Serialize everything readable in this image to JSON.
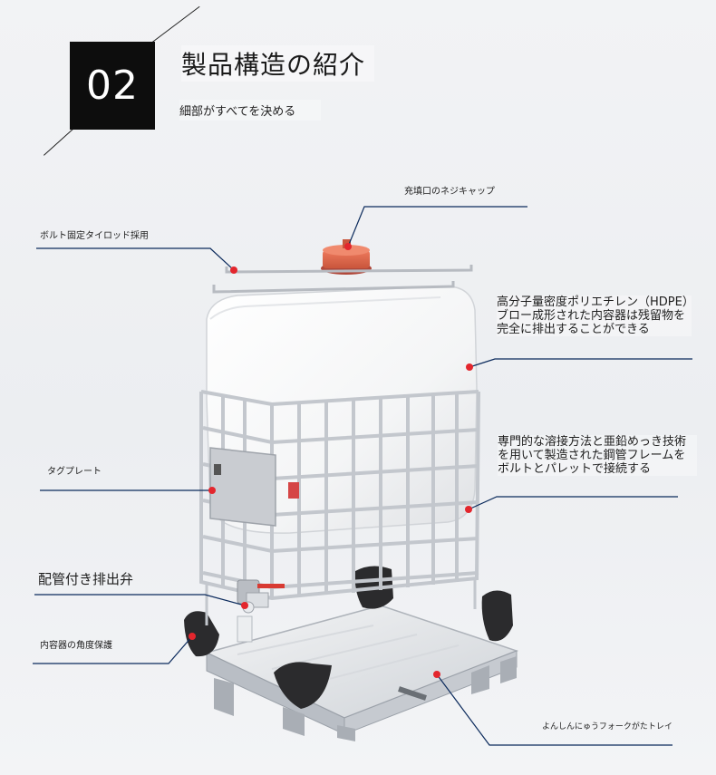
{
  "header": {
    "number": "02",
    "title": "製品構造の紹介",
    "subtitle": "細部がすべてを決める"
  },
  "callouts": {
    "filler_cap": "充填口のネジキャップ",
    "tie_rod": "ボルト固定タイロッド採用",
    "hdpe_container": "高分子量密度ポリエチレン（HDPE）ブロー成形された内容器は残留物を完全に排出することができる",
    "steel_frame": "専門的な溶接方法と亜鉛めっき技術を用いて製造された鋼管フレームをボルトとパレットで接続する",
    "tag_plate": "タグプレート",
    "discharge_valve": "配管付き排出弁",
    "corner_protector": "内容器の角度保護",
    "forklift_tray": "よんしんにゅうフォークがたトレイ"
  },
  "colors": {
    "leader_line": "#0b2a5c",
    "marker": "#e3262d",
    "cap": "#e0684c",
    "frame": "#c3c7cd"
  }
}
